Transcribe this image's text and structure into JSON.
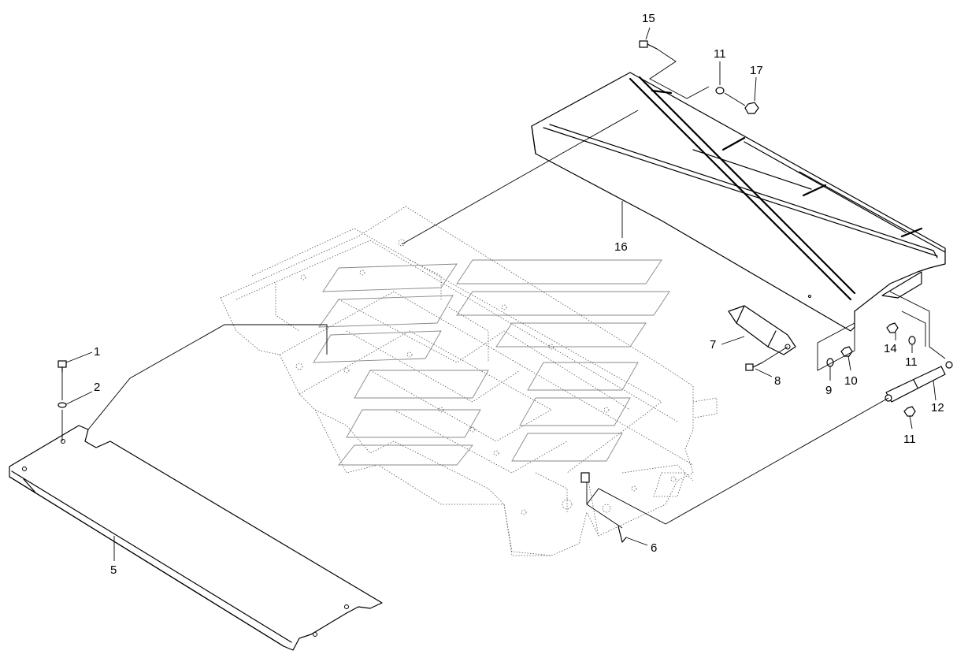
{
  "callouts": [
    {
      "id": "c1",
      "label": "1"
    },
    {
      "id": "c2",
      "label": "2"
    },
    {
      "id": "c5",
      "label": "5"
    },
    {
      "id": "c6",
      "label": "6"
    },
    {
      "id": "c7",
      "label": "7"
    },
    {
      "id": "c8",
      "label": "8"
    },
    {
      "id": "c9",
      "label": "9"
    },
    {
      "id": "c10",
      "label": "10"
    },
    {
      "id": "c11a",
      "label": "11"
    },
    {
      "id": "c11b",
      "label": "11"
    },
    {
      "id": "c11c",
      "label": "11"
    },
    {
      "id": "c12",
      "label": "12"
    },
    {
      "id": "c14",
      "label": "14"
    },
    {
      "id": "c15",
      "label": "15"
    },
    {
      "id": "c16",
      "label": "16"
    },
    {
      "id": "c17",
      "label": "17"
    }
  ]
}
